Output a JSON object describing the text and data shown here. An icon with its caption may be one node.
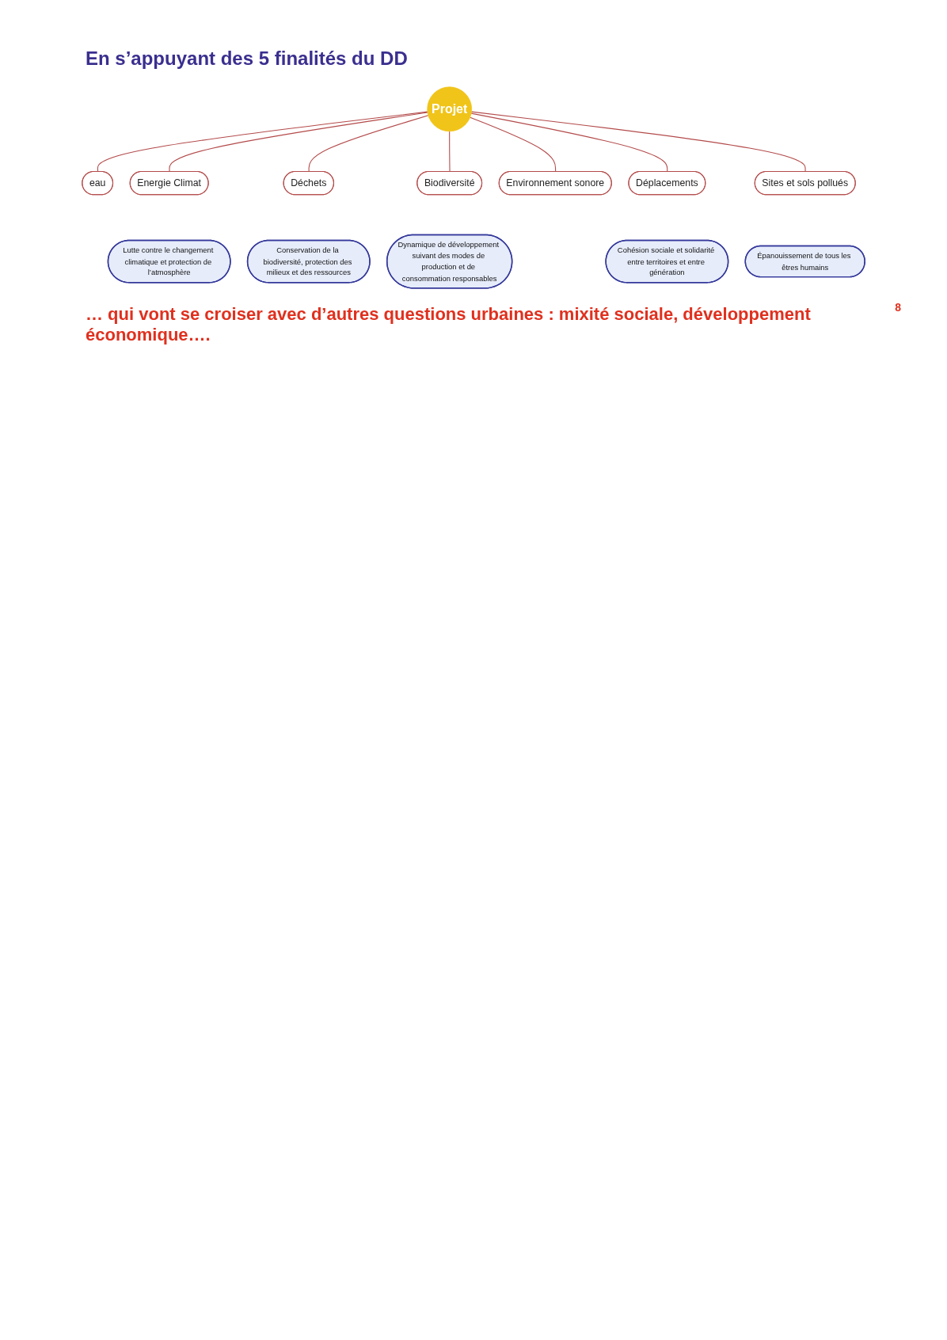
{
  "diagram": {
    "title": "En s’appuyant des 5 finalités du DD",
    "nodes": [
      {
        "text": [
          "Lutte contre le changement climatique et protection de l’atmosphère"
        ]
      },
      {
        "text": [
          "Conservation de la biodiversité, protection des milieux et des ressources"
        ]
      },
      {
        "text": [
          "eau"
        ]
      },
      {
        "text": [
          "Energie Climat"
        ]
      },
      {
        "text": [
          "Dynamique de développement suivant des modes de production et de consommation responsables"
        ]
      },
      {
        "text": [
          "Projet"
        ]
      },
      {
        "text": [
          "Déchets"
        ]
      },
      {
        "text": [
          "Biodiversité"
        ]
      },
      {
        "text": [
          "Environnement sonore"
        ]
      },
      {
        "text": [
          "Déplacements"
        ]
      },
      {
        "text": [
          "Sites et sols pollués"
        ]
      },
      {
        "text": [
          "Cohésion sociale et solidarité entre territoires et entre génération"
        ]
      },
      {
        "text": [
          "Épanouissement de tous les êtres humains"
        ]
      }
    ],
    "edges": [
      {
        "from": 5,
        "to": 3,
        "arrow": "none"
      },
      {
        "from": 5,
        "to": 2,
        "arrow": "none"
      },
      {
        "from": 5,
        "to": 6,
        "arrow": "none"
      },
      {
        "from": 5,
        "to": 7,
        "arrow": "none"
      },
      {
        "from": 5,
        "to": 8,
        "arrow": "none"
      },
      {
        "from": 5,
        "to": 9,
        "arrow": "none"
      },
      {
        "from": 5,
        "to": 10,
        "arrow": "none"
      }
    ],
    "caption": "… qui vont se croiser avec d’autres questions urbaines : mixité sociale, développement économique….",
    "labels": [
      "8"
    ]
  }
}
